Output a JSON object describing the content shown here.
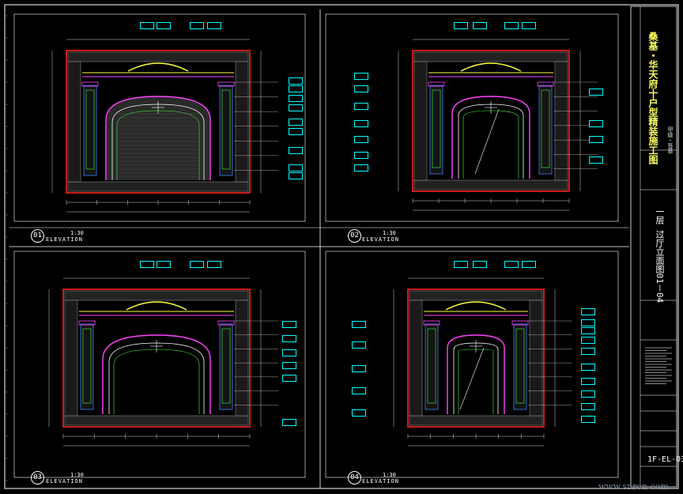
{
  "sheet": {
    "title_block": {
      "project_title": "桑基・华天府十户型精装施工图",
      "project_subtitle": "甲级・签章",
      "drawing_title": "一层 过厅立面图01－04",
      "drawing_number": "1F-EL-03",
      "watermark": "www.snren.com"
    },
    "views": [
      {
        "number": "01",
        "scale": "1:30",
        "label": "ELEVATION"
      },
      {
        "number": "02",
        "scale": "1:30",
        "label": "ELEVATION"
      },
      {
        "number": "03",
        "scale": "1:30",
        "label": "ELEVATION"
      },
      {
        "number": "04",
        "scale": "1:30",
        "label": "ELEVATION"
      }
    ]
  },
  "colors": {
    "background": "#000000",
    "frame": "#ffffff",
    "wall_outline": "#ff2020",
    "arch": "#ff44ff",
    "dimension": "#cfcfcf",
    "tag": "#00ffff",
    "cornice": "#ffff40",
    "trim_green": "#40ff40",
    "trim_blue": "#4080ff"
  }
}
